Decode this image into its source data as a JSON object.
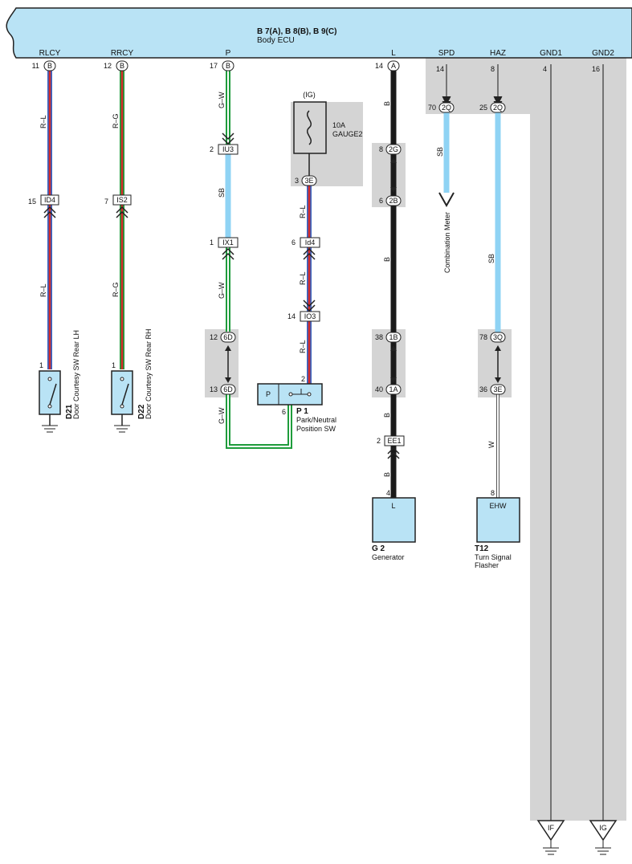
{
  "ecu": {
    "title": "B 7(A), B 8(B), B 9(C)",
    "subtitle": "Body ECU",
    "terminals": [
      {
        "label": "RLCY",
        "pin": "11",
        "conn": "B"
      },
      {
        "label": "RRCY",
        "pin": "12",
        "conn": "B"
      },
      {
        "label": "P",
        "pin": "17",
        "conn": "B"
      },
      {
        "label": "L",
        "pin": "14",
        "conn": "A"
      },
      {
        "label": "SPD",
        "pin": "14"
      },
      {
        "label": "HAZ",
        "pin": "8"
      },
      {
        "label": "GND1",
        "pin": "4"
      },
      {
        "label": "GND2",
        "pin": "16"
      }
    ]
  },
  "wire_colors": {
    "R-L": "R–L",
    "R-G": "R–G",
    "G-W": "G–W",
    "SB": "SB",
    "B": "B",
    "W": "W"
  },
  "connectors": {
    "ID4": {
      "label": "ID4",
      "pin": "15"
    },
    "IS2": {
      "label": "IS2",
      "pin": "7"
    },
    "IU3": {
      "label": "IU3",
      "pin": "2"
    },
    "IX1": {
      "label": "IX1",
      "pin": "1"
    },
    "Id4": {
      "label": "Id4",
      "pin": "6"
    },
    "IO3": {
      "label": "IO3",
      "pin": "14"
    },
    "EE1": {
      "label": "EE1",
      "pin": "2"
    }
  },
  "junctions": {
    "6D_top": {
      "label": "6D",
      "pin": "12"
    },
    "6D_bot": {
      "label": "6D",
      "pin": "13"
    },
    "3E_fuse": {
      "label": "3E",
      "pin": "3"
    },
    "2G": {
      "label": "2G",
      "pin": "8"
    },
    "2B": {
      "label": "2B",
      "pin": "6"
    },
    "1B": {
      "label": "1B",
      "pin": "38"
    },
    "1A": {
      "label": "1A",
      "pin": "40"
    },
    "2Q_spd": {
      "label": "2Q",
      "pin": "70"
    },
    "2Q_haz": {
      "label": "2Q",
      "pin": "25"
    },
    "3Q": {
      "label": "3Q",
      "pin": "78"
    },
    "3E_haz": {
      "label": "3E",
      "pin": "36"
    }
  },
  "fuse": {
    "ig": "(IG)",
    "rating": "10A",
    "name": "GAUGE2"
  },
  "components": {
    "d21": {
      "id": "D21",
      "name": "Door Courtesy SW Rear LH",
      "pin": "1"
    },
    "d22": {
      "id": "D22",
      "name": "Door Courtesy SW Rear RH",
      "pin": "1"
    },
    "p1": {
      "id": "P 1",
      "name_line1": "Park/Neutral",
      "name_line2": "Position SW",
      "label": "P",
      "pin_in": "2",
      "pin_out": "6"
    },
    "g2": {
      "id": "G 2",
      "name": "Generator",
      "label": "L",
      "pin": "4"
    },
    "t12": {
      "id": "T12",
      "name_line1": "Turn Signal",
      "name_line2": "Flasher",
      "label": "EHW",
      "pin": "8"
    },
    "meter": {
      "name": "Combination Meter"
    }
  },
  "grounds": {
    "gnd1": "IF",
    "gnd2": "IG"
  },
  "colors": {
    "ecu_fill": "#b9e3f5",
    "splice_fill": "#d4d4d4",
    "wire_red": "#d22a2a",
    "wire_blue": "#3a64c0",
    "wire_green": "#1f9c3c",
    "wire_sb": "#8fd3f4",
    "wire_black": "#1a1a1a"
  }
}
